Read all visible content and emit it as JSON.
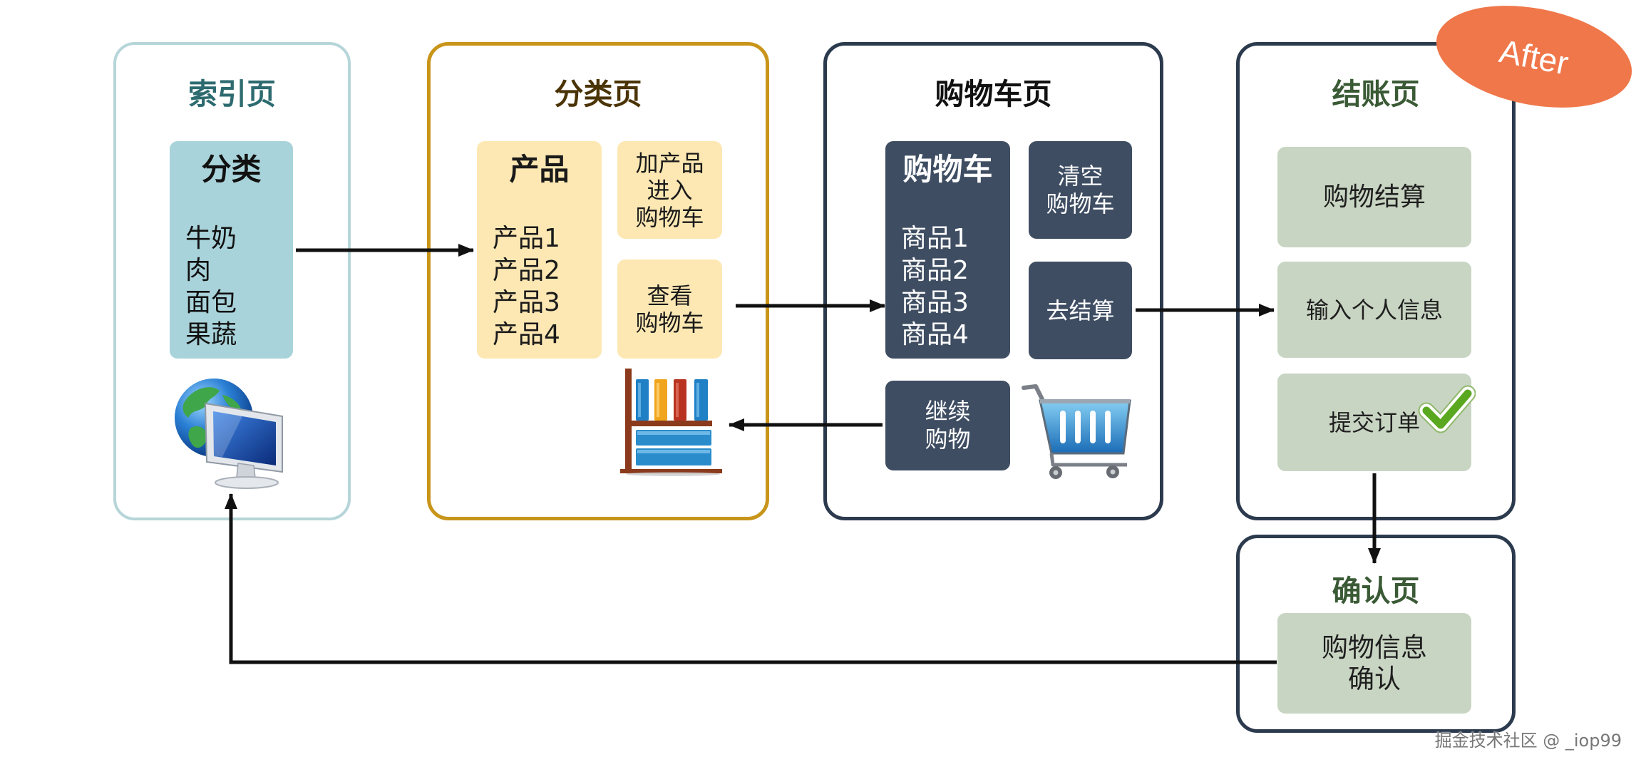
{
  "index_page": {
    "title": "索引页",
    "category_box": {
      "title": "分类",
      "items": [
        "牛奶",
        "肉",
        "面包",
        "果蔬"
      ]
    },
    "icon": "globe-monitor-icon"
  },
  "category_page": {
    "title": "分类页",
    "products_box": {
      "title": "产品",
      "items": [
        "产品1",
        "产品2",
        "产品3",
        "产品4"
      ]
    },
    "add_to_cart": {
      "lines": [
        "加产品",
        "进入",
        "购物车"
      ]
    },
    "view_cart": {
      "lines": [
        "查看",
        "购物车"
      ]
    },
    "icon": "shelf-icon"
  },
  "cart_page": {
    "title": "购物车页",
    "cart_box": {
      "title": "购物车",
      "items": [
        "商品1",
        "商品2",
        "商品3",
        "商品4"
      ]
    },
    "clear_cart": {
      "lines": [
        "清空",
        "购物车"
      ]
    },
    "checkout": {
      "lines": [
        "去结算"
      ]
    },
    "continue_shopping": {
      "lines": [
        "继续",
        "购物"
      ]
    },
    "icon": "shopping-cart-icon"
  },
  "checkout_page": {
    "title": "结账页",
    "steps": [
      "购物结算",
      "输入个人信息",
      "提交订单"
    ],
    "submit_icon": "checkmark-icon"
  },
  "confirm_page": {
    "title": "确认页",
    "confirm_box": {
      "lines": [
        "购物信息",
        "确认"
      ]
    }
  },
  "badge": {
    "text": "After"
  },
  "watermark": {
    "text": "掘金技术社区 @ _iop99"
  },
  "colors": {
    "index_border": "#b6d5d9",
    "index_box": "#a9d3da",
    "category_border": "#c8951a",
    "category_box": "#fde8b4",
    "cart_border": "#2c3a4e",
    "cart_box": "#3e4d62",
    "checkout_box": "#c9d5c3",
    "badge": "#ef774a",
    "arrow": "#111111"
  }
}
